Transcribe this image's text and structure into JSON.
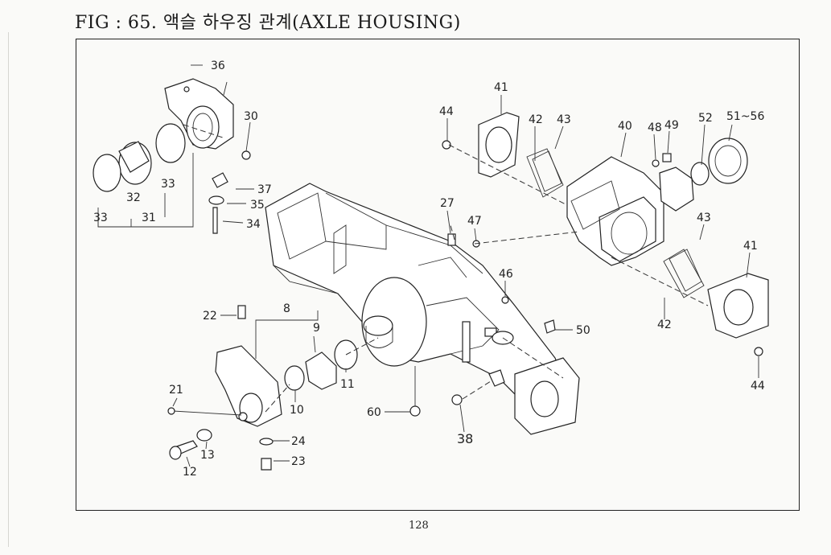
{
  "figure": {
    "title": "FIG : 65. 액슬 하우징 관계(AXLE HOUSING)",
    "page_number": "128"
  },
  "callouts": {
    "c36": "36",
    "c30": "30",
    "c33a": "33",
    "c32": "32",
    "c33b": "33",
    "c31": "31",
    "c37": "37",
    "c35": "35",
    "c34": "34",
    "c44a": "44",
    "c41a": "41",
    "c42a": "42",
    "c43a": "43",
    "c40": "40",
    "c48": "48",
    "c49": "49",
    "c52": "52",
    "c51_56": "51~56",
    "c27": "27",
    "c47": "47",
    "c43b": "43",
    "c41b": "41",
    "c42b": "42",
    "c44b": "44",
    "c46": "46",
    "c50": "50",
    "c22": "22",
    "c8": "8",
    "c9": "9",
    "c11": "11",
    "c10": "10",
    "c21": "21",
    "c24": "24",
    "c23": "23",
    "c13": "13",
    "c12": "12",
    "c60": "60",
    "c38": "38"
  }
}
